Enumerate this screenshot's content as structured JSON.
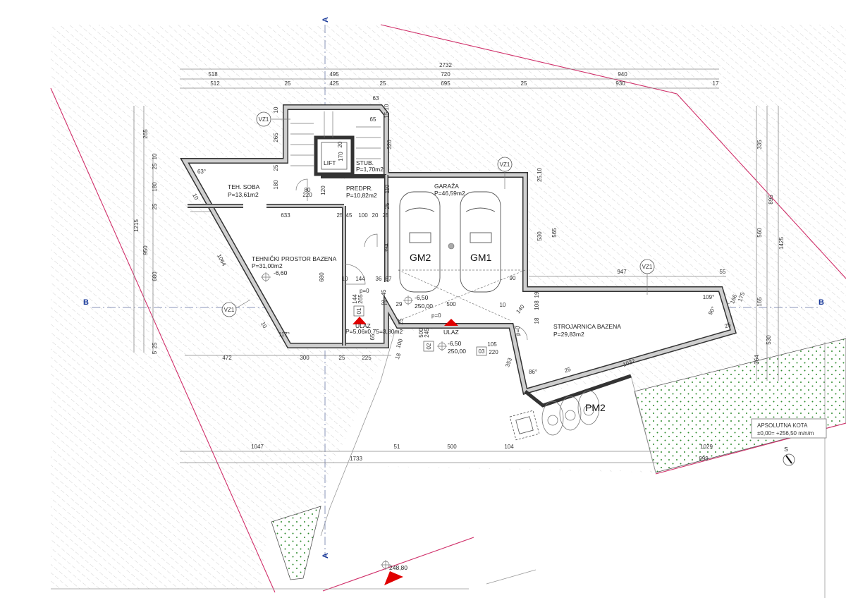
{
  "rooms": {
    "teh_soba": {
      "name": "TEH. SOBA",
      "area": "P=13,61m2"
    },
    "tehnicki": {
      "name": "TEHNIČKI PROSTOR BAZENA",
      "area": "P=31,00m2",
      "level": "-6,60"
    },
    "lift": {
      "name": "LIFT"
    },
    "stub": {
      "name": "STUB.",
      "area": "P=1,70m2"
    },
    "predpr": {
      "name": "PREDPR.",
      "area": "P=10,82m2"
    },
    "garaza": {
      "name": "GARAŽA",
      "area": "P=46,59m2"
    },
    "strojarnica": {
      "name": "STROJARNICA BAZENA",
      "area": "P=29,83m2"
    },
    "ulaz": {
      "name": "ULAZ",
      "area": "P=5,06x0,75=3,80m2"
    }
  },
  "parking": {
    "gm2": "GM2",
    "gm1": "GM1",
    "pm2": "PM2"
  },
  "entrance2": "ULAZ",
  "levels": [
    "-6,50",
    "250,00",
    "-6,50",
    "250,00",
    "248,80"
  ],
  "slopes": [
    "p=0",
    "p=0",
    "p=0"
  ],
  "door_tags": [
    "01",
    "02",
    "03"
  ],
  "door_small": [
    "80",
    "220"
  ],
  "wall_tag": "VZ1",
  "sections": {
    "a": "A",
    "b": "B"
  },
  "north": "S",
  "absolute_level": {
    "title": "APSOLUTNA KOTA",
    "value": "±0,00= +256,50 m/n/m"
  },
  "colors": {
    "property_line": "#d0306a",
    "entrance": "#e00000",
    "section": "#1a3a9a",
    "green": "#2e8b2e"
  },
  "dims": [
    "2732",
    "518",
    "495",
    "720",
    "940",
    "512",
    "25",
    "425",
    "25",
    "695",
    "25",
    "930",
    "17",
    "1215",
    "265",
    "950",
    "10",
    "25",
    "180",
    "25",
    "680",
    "25",
    "5",
    "335",
    "560",
    "165",
    "895",
    "1425",
    "530",
    "364",
    "530",
    "565",
    "25,10",
    "63",
    "10",
    "15",
    "65",
    "320",
    "10",
    "265",
    "25",
    "180",
    "170",
    "20",
    "20",
    "120",
    "110",
    "25",
    "633",
    "25",
    "45",
    "100",
    "20",
    "25",
    "394",
    "1064",
    "680",
    "63°",
    "10",
    "117°",
    "10",
    "10",
    "144",
    "36",
    "67",
    "45",
    "144",
    "265",
    "31",
    "29",
    "500",
    "10",
    "90",
    "25",
    "500",
    "245",
    "105",
    "220",
    "353",
    "140",
    "65",
    "100",
    "18",
    "472",
    "300",
    "25",
    "225",
    "947",
    "55",
    "19",
    "108",
    "18",
    "109°",
    "90°",
    "166",
    "175",
    "25",
    "1032",
    "25",
    "86°",
    "1047",
    "51",
    "500",
    "104",
    "1029",
    "1733",
    "999"
  ]
}
